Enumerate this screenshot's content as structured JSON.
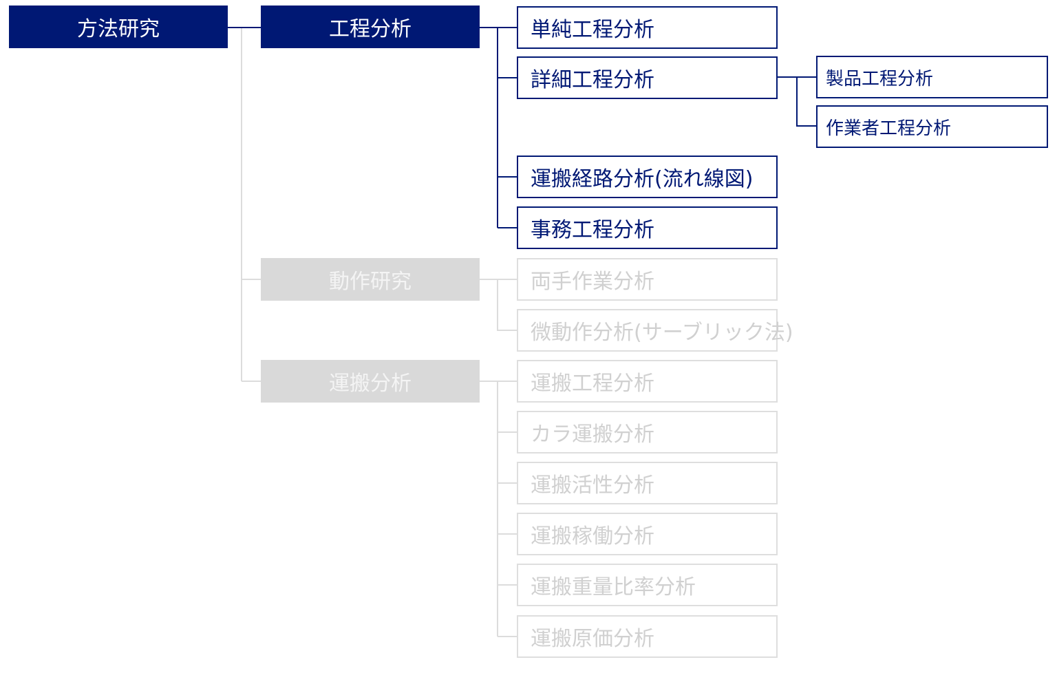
{
  "colors": {
    "active": "#001874",
    "inactive": "#d9d9d9"
  },
  "root": {
    "label": "方法研究"
  },
  "process": {
    "label": "工程分析",
    "children": [
      "単純工程分析",
      "詳細工程分析",
      "運搬経路分析(流れ線図)",
      "事務工程分析"
    ],
    "detail_children": [
      "製品工程分析",
      "作業者工程分析"
    ]
  },
  "motion": {
    "label": "動作研究",
    "children": [
      "両手作業分析",
      "微動作分析(サーブリック法)"
    ]
  },
  "handling": {
    "label": "運搬分析",
    "children": [
      "運搬工程分析",
      "カラ運搬分析",
      "運搬活性分析",
      "運搬稼働分析",
      "運搬重量比率分析",
      "運搬原価分析"
    ]
  }
}
